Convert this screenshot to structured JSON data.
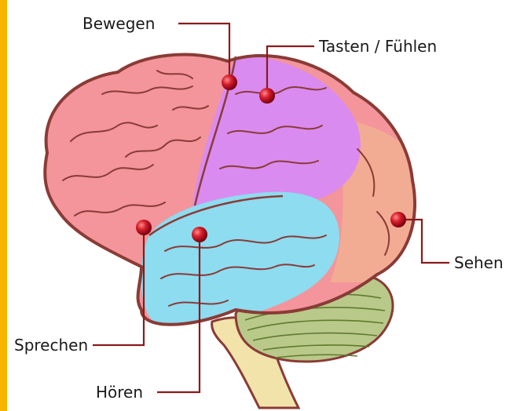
{
  "labels": {
    "move": "Bewegen",
    "touch": "Tasten / Fühlen",
    "see": "Sehen",
    "speak": "Sprechen",
    "hear": "Hören"
  },
  "colors": {
    "left_bar": "#f7b500",
    "frontal": "#f3959b",
    "parietal": "#d98bf0",
    "temporal": "#8ddcf0",
    "occipital": "#f2ac93",
    "cerebellum": "#b9c98a",
    "brainstem": "#f1e3aa",
    "outline": "#8a3b36",
    "leader_line": "#8a1a1a",
    "marker": "#c8102e"
  },
  "icons": {
    "marker": "red-pin-dot"
  }
}
